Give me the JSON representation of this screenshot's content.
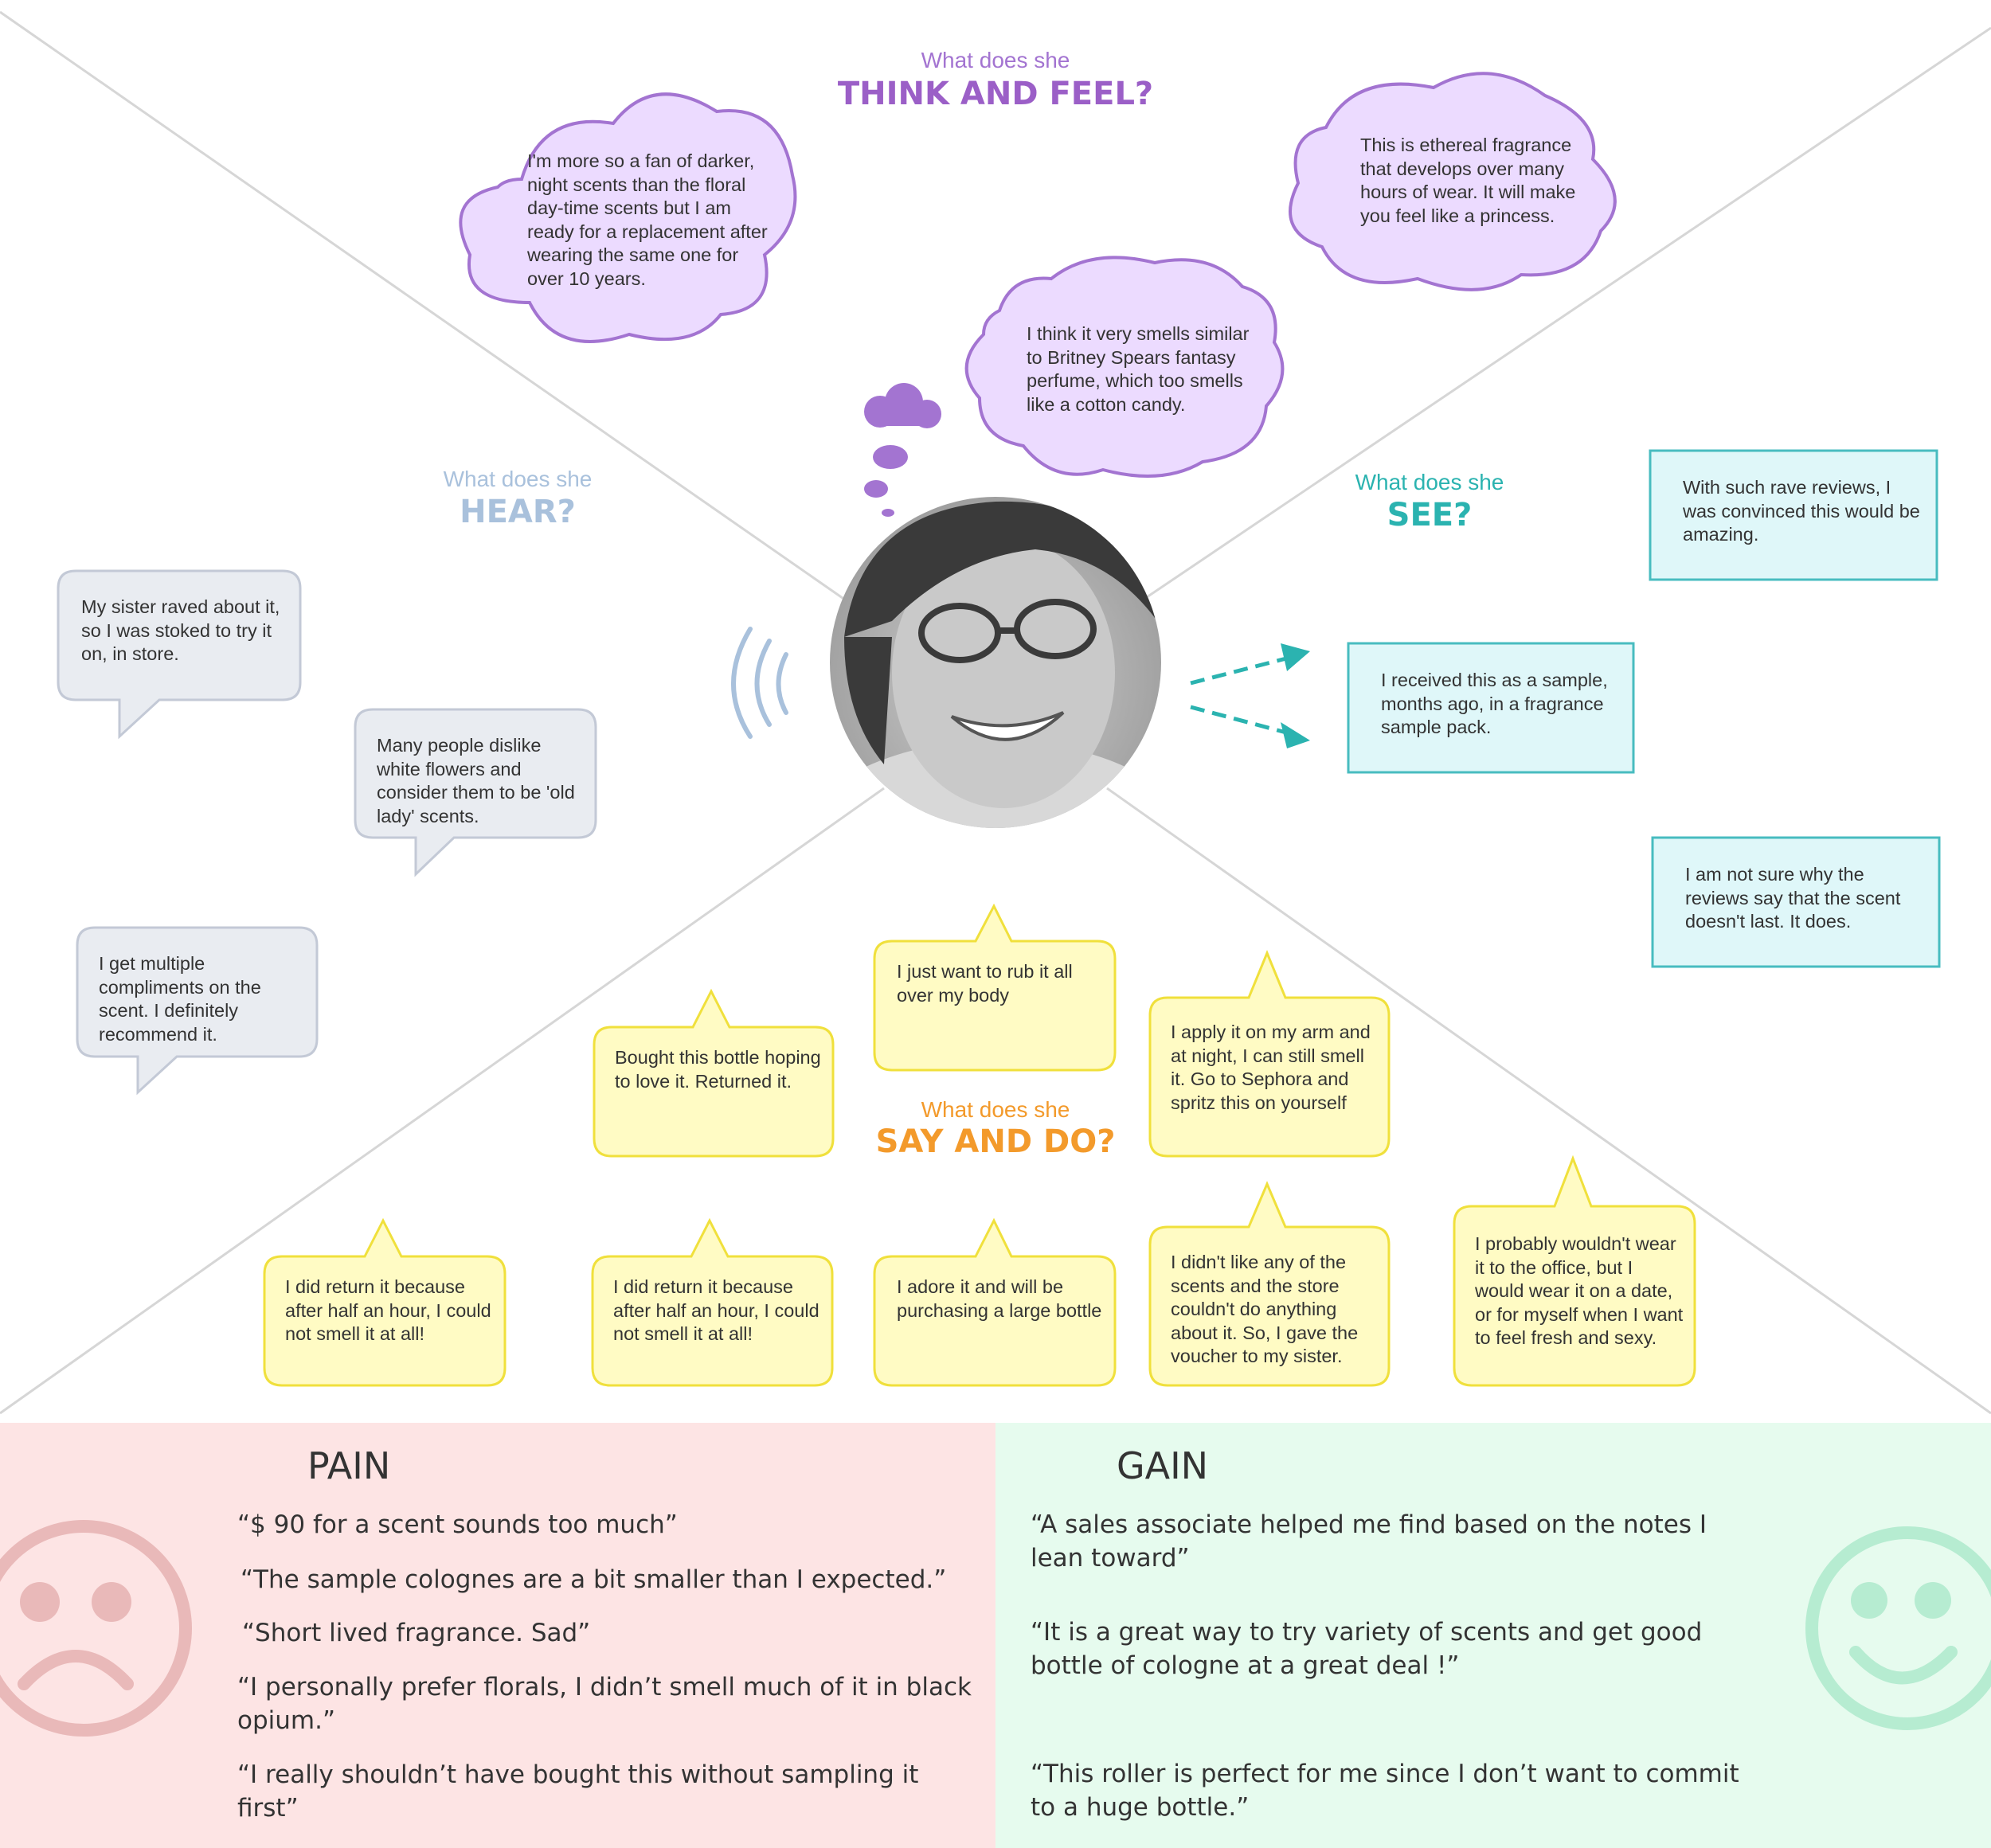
{
  "think_feel": {
    "prefix": "What does she",
    "title": "THINK AND FEEL?",
    "prefix_color": "#a374d1",
    "title_color": "#9b5fc7",
    "clouds": [
      "I'm more so a fan of darker, night scents than the floral day-time scents but I am ready for a replacement after wearing the same one for over 10 years.",
      "This is ethereal fragrance that develops over many hours of wear. It will make you feel like a princess.",
      "I think it very smells similar to Britney Spears fantasy perfume, which too smells like a cotton candy."
    ]
  },
  "hear": {
    "prefix": "What does she",
    "title": "HEAR?",
    "color": "#a9c1dc",
    "bubbles": [
      "My sister raved about it, so I was stoked to try it on, in store.",
      "Many people dislike white flowers and consider them to be 'old lady' scents.",
      "I get multiple compliments on the scent. I definitely recommend it."
    ]
  },
  "see": {
    "prefix": "What does she",
    "title": "SEE?",
    "color": "#2bb3b0",
    "boxes": [
      "With such rave reviews, I was convinced this would be amazing.",
      "I received this as a sample, months ago, in a fragrance sample pack.",
      "I am not sure why the reviews say that the scent doesn't last. It does."
    ]
  },
  "say_do": {
    "prefix": "What does she",
    "title": "SAY AND DO?",
    "color": "#f39a2b",
    "bubbles": [
      "I just want to rub it all over my body",
      "Bought this bottle hoping to love it. Returned it.",
      "I apply it on my arm and at night, I can still smell it. Go to Sephora and spritz this on yourself",
      "I did return it because after half an hour, I could not smell it at all!",
      "I did return it because after half an hour, I could not smell it at all!",
      "I adore it and will be purchasing a large bottle",
      "I didn't like any of the scents and the store couldn't do anything about it. So, I gave the voucher to my sister.",
      "I probably wouldn't wear it to the office, but I would wear it on a date, or for myself when I want to feel fresh and sexy."
    ]
  },
  "pain": {
    "title": "PAIN",
    "bg_color": "#fde4e4",
    "quotes": [
      "“$ 90 for a scent sounds too much”",
      "“The sample colognes are a bit smaller than I expected.”",
      "“Short lived fragrance. Sad”",
      "“I personally prefer florals, I didn’t smell much of it in black opium.”",
      "“I really shouldn’t have bought this without sampling it first”"
    ]
  },
  "gain": {
    "title": "GAIN",
    "bg_color": "#e6fbee",
    "quotes": [
      "“A sales associate helped me find based on the notes I lean toward”",
      "“It is a great way to try variety of scents and get good bottle of cologne at a great deal !”",
      "“This roller is perfect for me since I don’t want to commit to a huge bottle.”"
    ]
  }
}
